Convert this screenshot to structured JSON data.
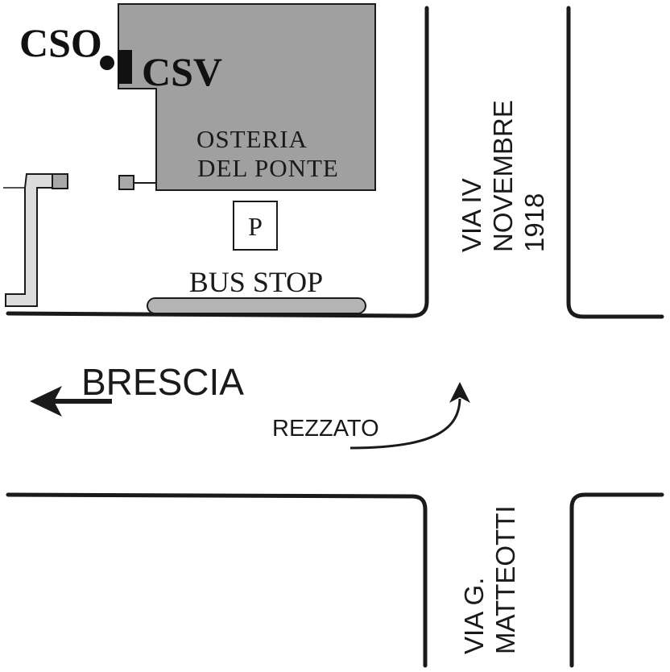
{
  "labels": {
    "cso": "CSO",
    "csv": "CSV",
    "building_line1": "OSTERIA",
    "building_line2": "DEL PONTE",
    "parking": "P",
    "bus_stop": "BUS STOP",
    "direction_brescia": "BRESCIA",
    "direction_rezzato": "REZZATO",
    "street_via_iv_line1": "VIA IV",
    "street_via_iv_line2": "NOVEMBRE",
    "street_via_iv_line3": "1918",
    "street_matteotti_line1": "VIA G.",
    "street_matteotti_line2": "MATTEOTTI"
  },
  "colors": {
    "road_line": "#1a1a1a",
    "building_fill": "#a0a0a0",
    "bus_stop_fill": "#b4b4b4",
    "light_fill": "#dcdcdc",
    "small_box_fill": "#a8a8a8"
  }
}
